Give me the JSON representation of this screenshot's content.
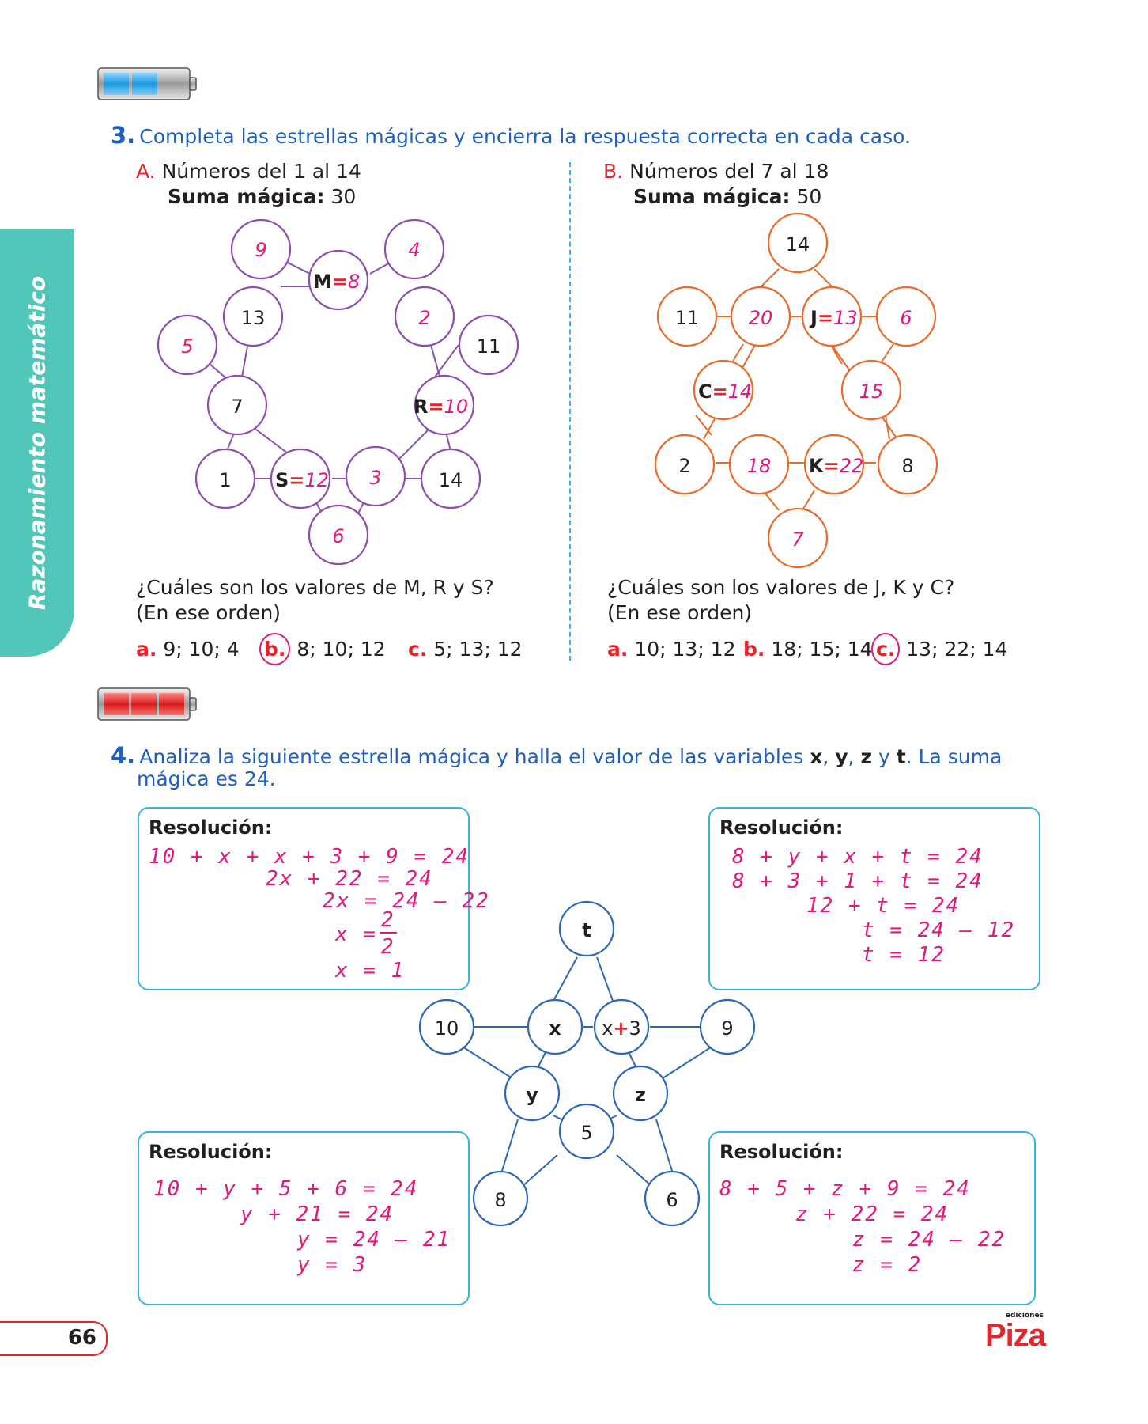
{
  "sidebar": {
    "label": "Razonamiento matemático"
  },
  "q3": {
    "number": "3.",
    "text": "Completa las estrellas mágicas y encierra la respuesta correcta en cada caso.",
    "a": {
      "letter": "A.",
      "range": "Números del 1 al 14",
      "sum_label": "Suma mágica:",
      "sum_value": "30",
      "question": "¿Cuáles son los valores de M, R y S?",
      "order": "(En ese orden)",
      "options": [
        {
          "letter": "a.",
          "value": "9; 10; 4",
          "circled": false
        },
        {
          "letter": "b.",
          "value": "8; 10; 12",
          "circled": true
        },
        {
          "letter": "c.",
          "value": "5; 13; 12",
          "circled": false
        }
      ],
      "nodes": {
        "n9": "9",
        "n4": "4",
        "m_label": "M",
        "m_eq": "=",
        "m_val": "8",
        "n13": "13",
        "n2": "2",
        "n5": "5",
        "n11": "11",
        "n7": "7",
        "r_label": "R",
        "r_eq": "=",
        "r_val": "10",
        "n1": "1",
        "s_label": "S",
        "s_eq": "=",
        "s_val": "12",
        "n3": "3",
        "n14": "14",
        "n6": "6"
      }
    },
    "b": {
      "letter": "B.",
      "range": "Números del 7 al 18",
      "sum_label": "Suma mágica:",
      "sum_value": "50",
      "question": "¿Cuáles son los valores de J, K y C?",
      "order": "(En ese orden)",
      "options": [
        {
          "letter": "a.",
          "value": "10; 13; 12",
          "circled": false
        },
        {
          "letter": "b.",
          "value": "18; 15; 14",
          "circled": false
        },
        {
          "letter": "c.",
          "value": "13; 22; 14",
          "circled": true
        }
      ],
      "nodes": {
        "n14": "14",
        "n11": "11",
        "n20": "20",
        "j_label": "J",
        "j_eq": "=",
        "j_val": "13",
        "n6": "6",
        "c_label": "C",
        "c_eq": "=",
        "c_val": "14",
        "n15": "15",
        "n2": "2",
        "n18": "18",
        "k_label": "K",
        "k_eq": "=",
        "k_val": "22",
        "n8": "8",
        "n7": "7"
      }
    }
  },
  "q4": {
    "number": "4.",
    "text_1": "Analiza la siguiente estrella mágica y halla el valor de las variables ",
    "var_x": "x",
    "sep1": ", ",
    "var_y": "y",
    "sep2": ", ",
    "var_z": "z",
    "sep3": " y ",
    "var_t": "t",
    "text_2": ". La suma",
    "text_3": "mágica es 24.",
    "star": {
      "t": "t",
      "n10": "10",
      "x": "x",
      "xp3_x": "x",
      "xp3_plus": "+",
      "xp3_3": "3",
      "n9": "9",
      "y": "y",
      "z": "z",
      "n5": "5",
      "n8": "8",
      "n6": "6"
    },
    "boxes": {
      "tl": {
        "title": "Resolución:",
        "lines": [
          "10 + x + x + 3 + 9 = 24",
          "2x + 22 = 24",
          "2x = 24 – 22",
          "x =",
          "2",
          "2",
          "x = 1"
        ]
      },
      "tr": {
        "title": "Resolución:",
        "lines": [
          "8 + y + x + t = 24",
          "8 + 3 + 1 + t = 24",
          "12 + t = 24",
          "t = 24 – 12",
          "t = 12"
        ]
      },
      "bl": {
        "title": "Resolución:",
        "lines": [
          "10 + y + 5 + 6 = 24",
          "y + 21 = 24",
          "y = 24 – 21",
          "y = 3"
        ]
      },
      "br": {
        "title": "Resolución:",
        "lines": [
          "8 + 5 + z + 9 = 24",
          "z + 22 = 24",
          "z = 24 – 22",
          "z = 2"
        ]
      }
    }
  },
  "footer": {
    "page_number": "66",
    "brand_small": "ediciones",
    "brand": "Piza"
  },
  "colors": {
    "blue_text": "#1f5fbf",
    "red": "#e3262b",
    "magenta": "#e2187a",
    "purple": "#8b4fb0",
    "orange": "#ea6a2a",
    "star_blue": "#2e67b6",
    "teal": "#52c6b9",
    "box_border": "#37b5e0"
  }
}
